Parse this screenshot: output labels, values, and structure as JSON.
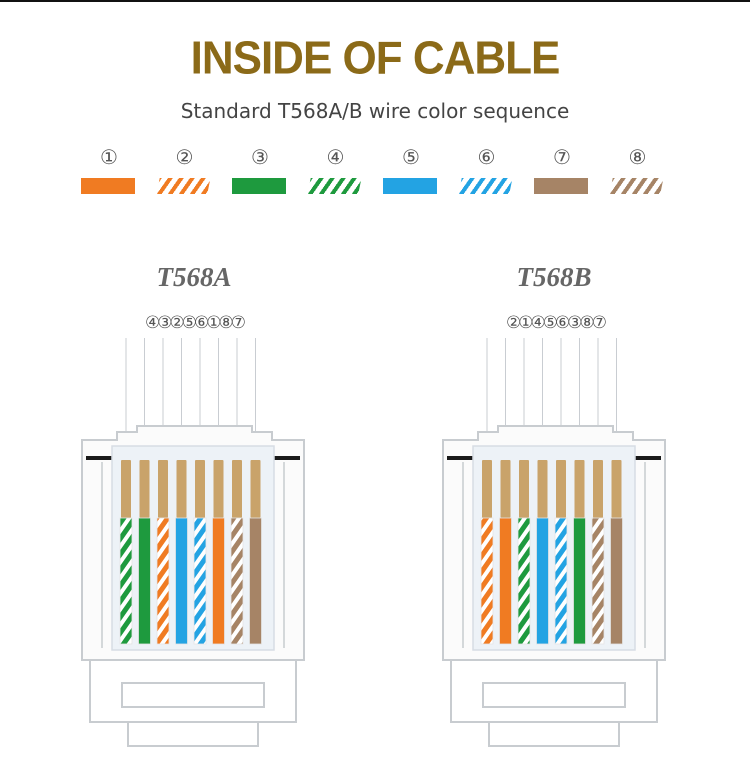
{
  "title": "INSIDE OF CABLE",
  "subtitle": "Standard T568A/B wire color sequence",
  "colors": {
    "orange": "#f07b22",
    "green": "#1e9a3e",
    "blue": "#23a3e3",
    "brown": "#a68466",
    "copper": "#c9a36a",
    "title": "#8b6a18"
  },
  "sequence": [
    {
      "num": "①",
      "color": "orange",
      "striped": false
    },
    {
      "num": "②",
      "color": "orange",
      "striped": true
    },
    {
      "num": "③",
      "color": "green",
      "striped": false
    },
    {
      "num": "④",
      "color": "green",
      "striped": true
    },
    {
      "num": "⑤",
      "color": "blue",
      "striped": false
    },
    {
      "num": "⑥",
      "color": "blue",
      "striped": true
    },
    {
      "num": "⑦",
      "color": "brown",
      "striped": false
    },
    {
      "num": "⑧",
      "color": "brown",
      "striped": true
    }
  ],
  "connectors": [
    {
      "name": "T568A",
      "pin_order": "④③②⑤⑥①⑧⑦",
      "wires": [
        {
          "color": "green",
          "striped": true
        },
        {
          "color": "green",
          "striped": false
        },
        {
          "color": "orange",
          "striped": true
        },
        {
          "color": "blue",
          "striped": false
        },
        {
          "color": "blue",
          "striped": true
        },
        {
          "color": "orange",
          "striped": false
        },
        {
          "color": "brown",
          "striped": true
        },
        {
          "color": "brown",
          "striped": false
        }
      ]
    },
    {
      "name": "T568B",
      "pin_order": "②①④⑤⑥③⑧⑦",
      "wires": [
        {
          "color": "orange",
          "striped": true
        },
        {
          "color": "orange",
          "striped": false
        },
        {
          "color": "green",
          "striped": true
        },
        {
          "color": "blue",
          "striped": false
        },
        {
          "color": "blue",
          "striped": true
        },
        {
          "color": "green",
          "striped": false
        },
        {
          "color": "brown",
          "striped": true
        },
        {
          "color": "brown",
          "striped": false
        }
      ]
    }
  ]
}
